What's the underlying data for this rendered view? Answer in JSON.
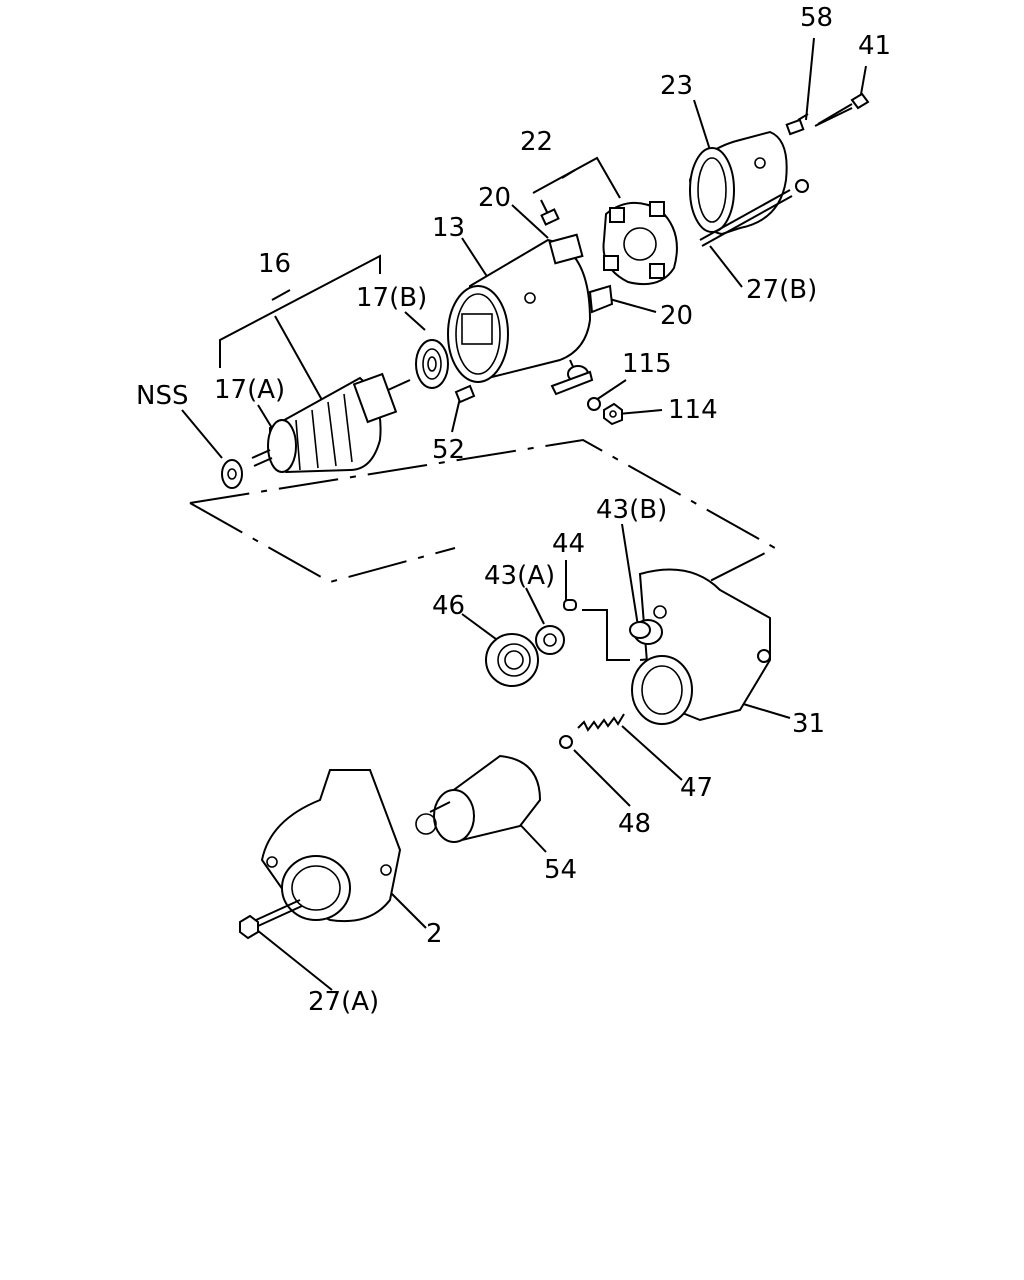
{
  "labels": {
    "p58": "58",
    "p41": "41",
    "p23": "23",
    "p22": "22",
    "p20a": "20",
    "p20b": "20",
    "p13": "13",
    "p16": "16",
    "p17b": "17(B)",
    "p17a": "17(A)",
    "pnss": "NSS",
    "p52": "52",
    "p115": "115",
    "p114": "114",
    "p27b": "27(B)",
    "p43b": "43(B)",
    "p44": "44",
    "p43a": "43(A)",
    "p46": "46",
    "p31": "31",
    "p47": "47",
    "p48": "48",
    "p54": "54",
    "p2": "2",
    "p27a": "27(A)"
  }
}
